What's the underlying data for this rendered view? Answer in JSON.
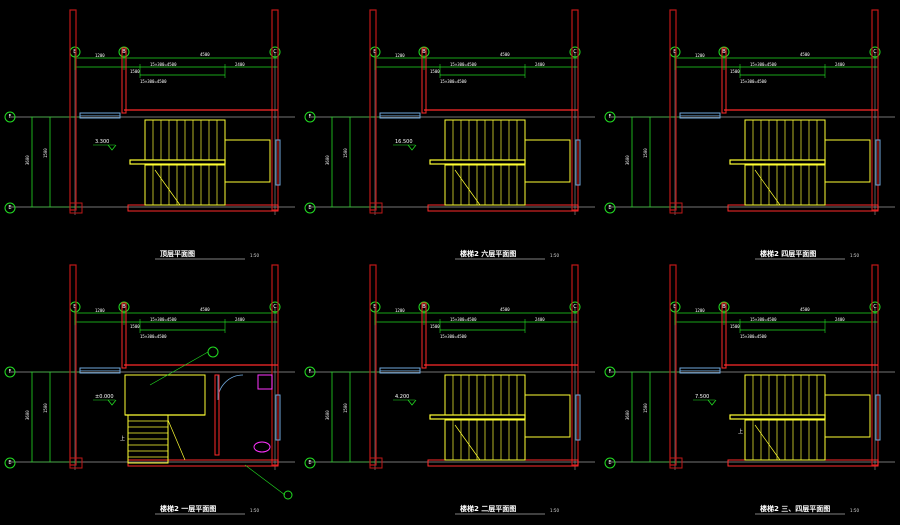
{
  "colors": {
    "background": "#000000",
    "wall": "#ff2a2a",
    "column": "#c01818",
    "dimension": "#22dd22",
    "stair": "#ffff33",
    "window": "#6fa8dc",
    "text": "#ffffff",
    "grid_line": "#9a9a9a",
    "fixture": "#ff33ff"
  },
  "plans": [
    {
      "id": "plan-1",
      "origin": "top-left",
      "variant": "standard",
      "axes": {
        "top_left": "B",
        "top_mid": "B",
        "top_right": "C",
        "side_top": "F",
        "side_bottom": "E"
      },
      "dims": {
        "overall": "4500",
        "segment_a": "1500",
        "segment_b": "2400",
        "segment_c": "1200",
        "sub": "15×300=4500",
        "side": "3600",
        "elev": "3.300"
      },
      "title": "顶层平面图",
      "scale": "1:50"
    },
    {
      "id": "plan-2",
      "origin": "top-middle",
      "variant": "standard",
      "axes": {
        "top_left": "B",
        "top_mid": "B",
        "top_right": "C",
        "side_top": "F",
        "side_bottom": "E"
      },
      "dims": {
        "overall": "4500",
        "segment_a": "1500",
        "segment_b": "2400",
        "segment_c": "1200",
        "sub": "15×300=4500",
        "side": "3600",
        "elev": "16.500"
      },
      "title": "楼梯2 六层平面图",
      "scale": "1:50"
    },
    {
      "id": "plan-3",
      "origin": "top-right",
      "variant": "standard",
      "axes": {
        "top_left": "B",
        "top_mid": "B",
        "top_right": "C",
        "side_top": "F",
        "side_bottom": "E"
      },
      "dims": {
        "overall": "4500",
        "segment_a": "1500",
        "segment_b": "2400",
        "segment_c": "1200",
        "sub": "15×300=4500",
        "side": "3600",
        "elev": ""
      },
      "title": "楼梯2 四层平面图",
      "scale": "1:50"
    },
    {
      "id": "plan-4",
      "origin": "bottom-left",
      "variant": "ground",
      "axes": {
        "top_left": "B",
        "top_mid": "B",
        "top_right": "C",
        "side_top": "F",
        "side_bottom": "E"
      },
      "dims": {
        "overall": "4500",
        "segment_a": "1500",
        "segment_b": "2400",
        "segment_c": "1200",
        "sub": "15×300=4500",
        "side": "3600",
        "elev": "±0.000"
      },
      "title": "楼梯2 一层平面图",
      "scale": "1:50",
      "up_label": "上"
    },
    {
      "id": "plan-5",
      "origin": "bottom-middle",
      "variant": "standard",
      "axes": {
        "top_left": "B",
        "top_mid": "B",
        "top_right": "C",
        "side_top": "F",
        "side_bottom": "E"
      },
      "dims": {
        "overall": "4500",
        "segment_a": "1500",
        "segment_b": "2400",
        "segment_c": "1200",
        "sub": "15×300=4500",
        "side": "3600",
        "elev": "4.200"
      },
      "title": "楼梯2 二层平面图",
      "scale": "1:50"
    },
    {
      "id": "plan-6",
      "origin": "bottom-right",
      "variant": "standard",
      "axes": {
        "top_left": "B",
        "top_mid": "B",
        "top_right": "C",
        "side_top": "F",
        "side_bottom": "E"
      },
      "dims": {
        "overall": "4500",
        "segment_a": "1500",
        "segment_b": "2400",
        "segment_c": "1200",
        "sub": "15×300=4500",
        "side": "3600",
        "elev": "7.500"
      },
      "title": "楼梯2 三、四层平面图",
      "scale": "1:50",
      "up_label": "上"
    }
  ]
}
